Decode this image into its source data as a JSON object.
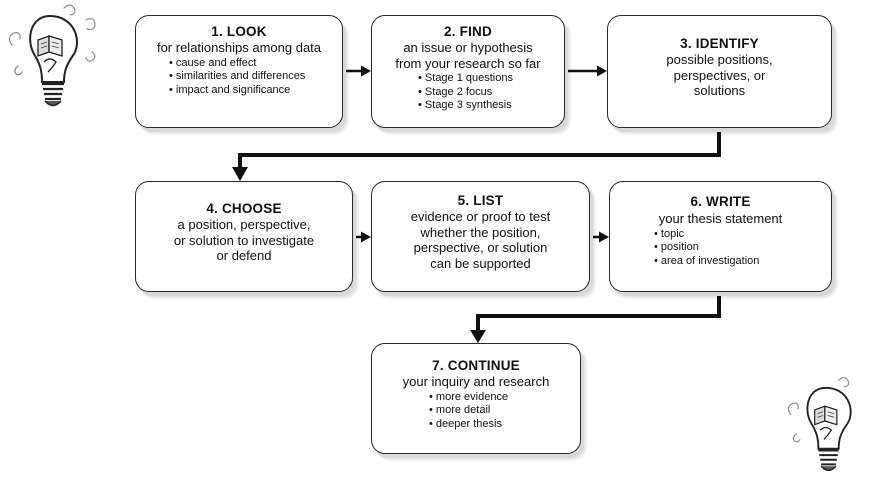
{
  "steps": [
    {
      "title": "1. LOOK",
      "lines": [
        "for relationships among data"
      ],
      "bullets": [
        "cause and effect",
        "similarities and differences",
        "impact and significance"
      ]
    },
    {
      "title": "2. FIND",
      "lines": [
        "an issue or hypothesis",
        "from your research so far"
      ],
      "bullets": [
        "Stage 1 questions",
        "Stage 2 focus",
        "Stage 3 synthesis"
      ]
    },
    {
      "title": "3. IDENTIFY",
      "lines": [
        "possible positions,",
        "perspectives, or",
        "solutions"
      ],
      "bullets": []
    },
    {
      "title": "4. CHOOSE",
      "lines": [
        "a position, perspective,",
        "or solution to investigate",
        "or defend"
      ],
      "bullets": []
    },
    {
      "title": "5. LIST",
      "lines": [
        "evidence or proof to test",
        "whether the position,",
        "perspective, or solution",
        "can be supported"
      ],
      "bullets": []
    },
    {
      "title": "6. WRITE",
      "lines": [
        "your thesis statement"
      ],
      "bullets": [
        "topic",
        "position",
        "area of investigation"
      ]
    },
    {
      "title": "7. CONTINUE",
      "lines": [
        "your inquiry and research"
      ],
      "bullets": [
        "more evidence",
        "more detail",
        "deeper thesis"
      ]
    }
  ],
  "colors": {
    "line": "#111111",
    "bulb_outline": "#222222",
    "bulb_fill": "#ffffff",
    "swirl": "#8a8a8a"
  },
  "icons": [
    "lightbulb-book-icon",
    "lightbulb-book-icon"
  ]
}
